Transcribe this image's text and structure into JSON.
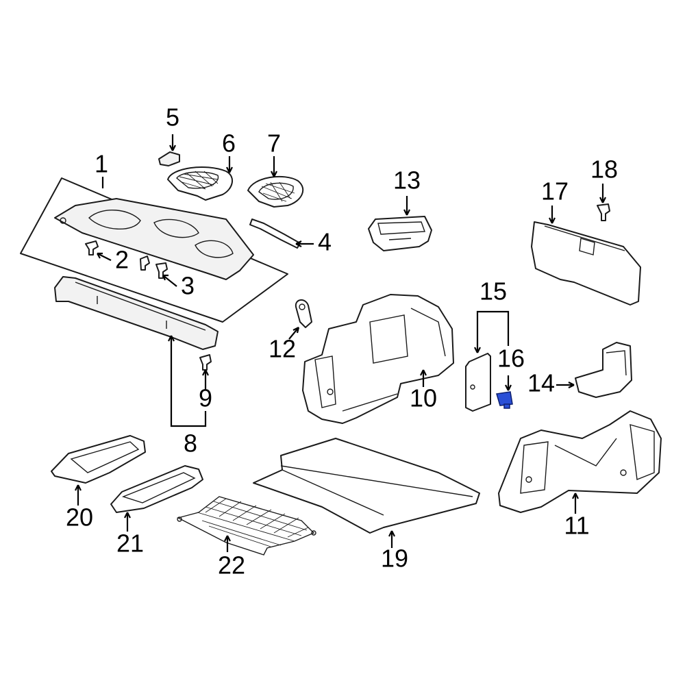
{
  "colors": {
    "line": "#1a1a1a",
    "background": "#ffffff",
    "highlight": "#2a4fd6"
  },
  "callouts": [
    {
      "id": "1",
      "label": "1"
    },
    {
      "id": "2",
      "label": "2"
    },
    {
      "id": "3",
      "label": "3"
    },
    {
      "id": "4",
      "label": "4"
    },
    {
      "id": "5",
      "label": "5"
    },
    {
      "id": "6",
      "label": "6"
    },
    {
      "id": "7",
      "label": "7"
    },
    {
      "id": "8",
      "label": "8"
    },
    {
      "id": "9",
      "label": "9"
    },
    {
      "id": "10",
      "label": "10"
    },
    {
      "id": "11",
      "label": "11"
    },
    {
      "id": "12",
      "label": "12"
    },
    {
      "id": "13",
      "label": "13"
    },
    {
      "id": "14",
      "label": "14"
    },
    {
      "id": "15",
      "label": "15"
    },
    {
      "id": "16",
      "label": "16"
    },
    {
      "id": "17",
      "label": "17"
    },
    {
      "id": "18",
      "label": "18"
    },
    {
      "id": "19",
      "label": "19"
    },
    {
      "id": "20",
      "label": "20"
    },
    {
      "id": "21",
      "label": "21"
    },
    {
      "id": "22",
      "label": "22"
    }
  ],
  "highlighted_part": "16"
}
